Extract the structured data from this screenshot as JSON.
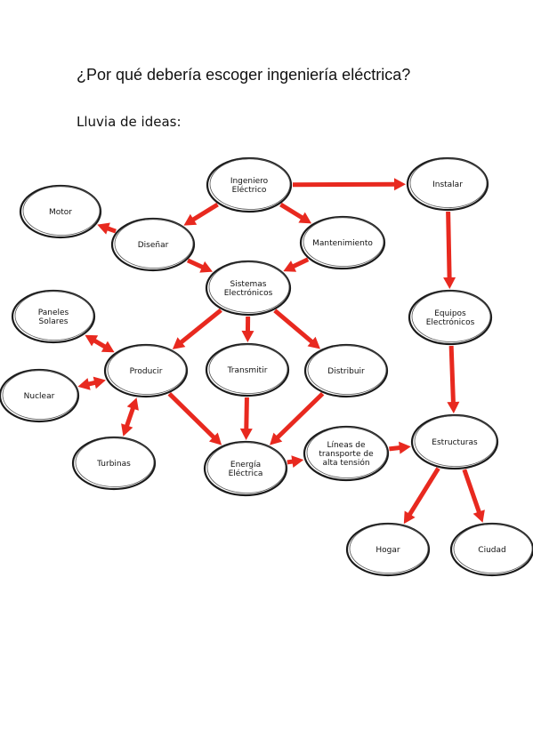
{
  "title": "¿Por qué debería escoger ingeniería eléctrica?",
  "subtitle": "Lluvia de ideas:",
  "colors": {
    "arrow": "#e8291f",
    "node_stroke": "#1a1a1a"
  },
  "nodes": [
    {
      "id": "ingeniero",
      "lines": [
        "Ingeniero",
        "Eléctrico"
      ]
    },
    {
      "id": "instalar",
      "lines": [
        "Instalar"
      ]
    },
    {
      "id": "motor",
      "lines": [
        "Motor"
      ]
    },
    {
      "id": "disenar",
      "lines": [
        "Diseñar"
      ]
    },
    {
      "id": "mantenimiento",
      "lines": [
        "Mantenimiento"
      ]
    },
    {
      "id": "sistemas",
      "lines": [
        "Sistemas",
        "Electrónicos"
      ]
    },
    {
      "id": "equipos",
      "lines": [
        "Equipos",
        "Electrónicos"
      ]
    },
    {
      "id": "paneles",
      "lines": [
        "Paneles",
        "Solares"
      ]
    },
    {
      "id": "producir",
      "lines": [
        "Producir"
      ]
    },
    {
      "id": "transmitir",
      "lines": [
        "Transmitir"
      ]
    },
    {
      "id": "distribuir",
      "lines": [
        "Distribuir"
      ]
    },
    {
      "id": "nuclear",
      "lines": [
        "Nuclear"
      ]
    },
    {
      "id": "turbinas",
      "lines": [
        "Turbinas"
      ]
    },
    {
      "id": "energia",
      "lines": [
        "Energía",
        "Eléctrica"
      ]
    },
    {
      "id": "lineas",
      "lines": [
        "Líneas de",
        "transporte de",
        "alta tensión"
      ]
    },
    {
      "id": "estructuras",
      "lines": [
        "Estructuras"
      ]
    },
    {
      "id": "hogar",
      "lines": [
        "Hogar"
      ]
    },
    {
      "id": "ciudad",
      "lines": [
        "Ciudad"
      ]
    }
  ],
  "edges": [
    {
      "from": "ingeniero",
      "to": "instalar",
      "both": false
    },
    {
      "from": "ingeniero",
      "to": "disenar",
      "both": false
    },
    {
      "from": "ingeniero",
      "to": "mantenimiento",
      "both": false
    },
    {
      "from": "disenar",
      "to": "motor",
      "both": false
    },
    {
      "from": "disenar",
      "to": "sistemas",
      "both": false
    },
    {
      "from": "mantenimiento",
      "to": "sistemas",
      "both": false
    },
    {
      "from": "instalar",
      "to": "equipos",
      "both": false
    },
    {
      "from": "equipos",
      "to": "estructuras",
      "both": false
    },
    {
      "from": "sistemas",
      "to": "producir",
      "both": false
    },
    {
      "from": "sistemas",
      "to": "transmitir",
      "both": false
    },
    {
      "from": "sistemas",
      "to": "distribuir",
      "both": false
    },
    {
      "from": "paneles",
      "to": "producir",
      "both": true
    },
    {
      "from": "nuclear",
      "to": "producir",
      "both": true
    },
    {
      "from": "turbinas",
      "to": "producir",
      "both": true
    },
    {
      "from": "producir",
      "to": "energia",
      "both": false
    },
    {
      "from": "transmitir",
      "to": "energia",
      "both": false
    },
    {
      "from": "distribuir",
      "to": "energia",
      "both": false
    },
    {
      "from": "energia",
      "to": "lineas",
      "both": false
    },
    {
      "from": "lineas",
      "to": "estructuras",
      "both": false
    },
    {
      "from": "estructuras",
      "to": "hogar",
      "both": false
    },
    {
      "from": "estructuras",
      "to": "ciudad",
      "both": false
    }
  ]
}
